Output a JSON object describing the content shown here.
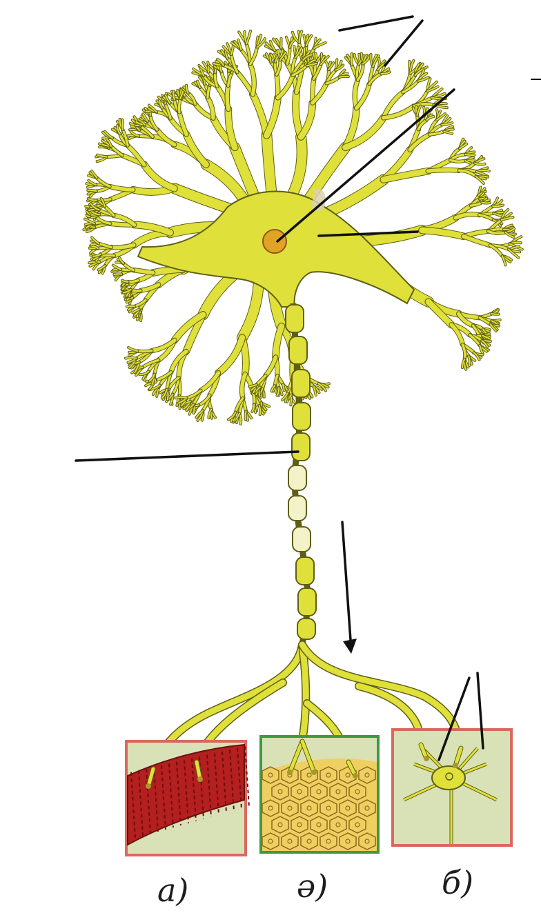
{
  "diagram": {
    "colors": {
      "neuron_fill": "#dfe03a",
      "neuron_outline": "#5e5e16",
      "nucleus_fill": "#e0a326",
      "nucleus_outline": "#8a5a14",
      "pointer_line": "#111111",
      "panel_border_red": "#d9695f",
      "panel_border_green": "#3f9a3f",
      "panel_background": "#d8e2b6",
      "muscle_red": "#b41f1f",
      "gland_cell": "#f0cf62"
    },
    "panels": [
      {
        "label": "а)",
        "content": "muscle-fiber"
      },
      {
        "label": "ə)",
        "content": "gland-cells"
      },
      {
        "label": "б)",
        "content": "neuron"
      }
    ]
  }
}
